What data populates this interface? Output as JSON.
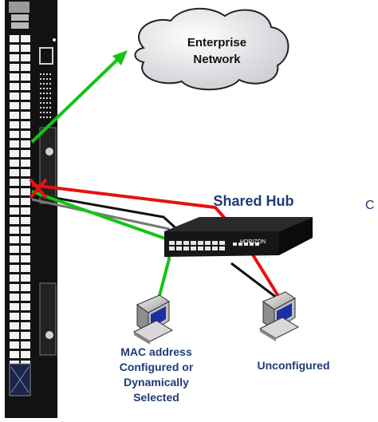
{
  "cloud": {
    "line1": "Enterprise",
    "line2": "Network"
  },
  "hub": {
    "label": "Shared Hub",
    "brand": "HORIZON"
  },
  "clients": {
    "configured": {
      "line1": "MAC address",
      "line2": "Configured or",
      "line3": "Dynamically",
      "line4": "Selected"
    },
    "unconfigured": {
      "label": "Unconfigured"
    }
  },
  "edge_glyph": "C",
  "colors": {
    "label_blue": "#1f3a78",
    "allowed_link": "#14c414",
    "blocked_link": "#e81010",
    "hub_link": "#111111",
    "switch_body": "#121212",
    "cloud_fill": "#e6e6ea"
  }
}
